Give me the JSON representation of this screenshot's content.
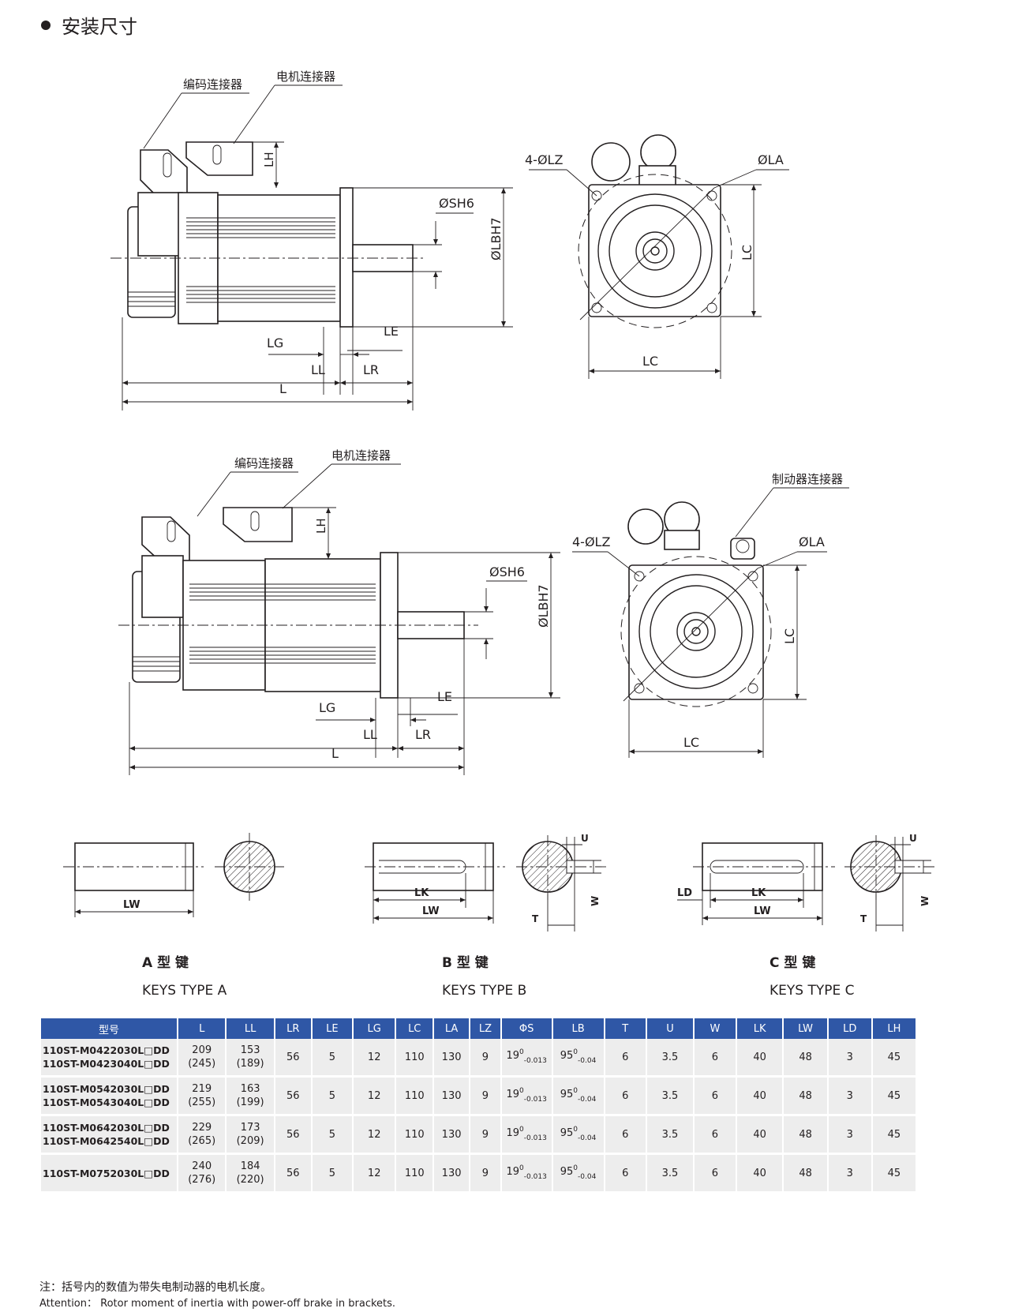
{
  "heading": "安装尺寸",
  "drawing1": {
    "encoder_connector": "编码连接器",
    "motor_connector": "电机连接器",
    "dims": {
      "lh": "LH",
      "sh6": "ØSH6",
      "lbh7": "ØLBH7",
      "lg": "LG",
      "le": "LE",
      "ll": "LL",
      "lr": "LR",
      "l": "L",
      "lz": "4-ØLZ",
      "la": "ØLA",
      "lc_v": "LC",
      "lc_h": "LC"
    }
  },
  "drawing2": {
    "encoder_connector": "编码连接器",
    "motor_connector": "电机连接器",
    "brake_connector": "制动器连接器",
    "dims": {
      "lh": "LH",
      "sh6": "ØSH6",
      "lbh7": "ØLBH7",
      "lg": "LG",
      "le": "LE",
      "ll": "LL",
      "lr": "LR",
      "l": "L",
      "lz": "4-ØLZ",
      "la": "ØLA",
      "lc_v": "LC",
      "lc_h": "LC"
    }
  },
  "keys": [
    {
      "type_cn": "A  型  键",
      "type_en": "KEYS TYPE A",
      "labels": {
        "lw": "LW"
      }
    },
    {
      "type_cn": "B  型  键",
      "type_en": "KEYS TYPE B",
      "labels": {
        "lk": "LK",
        "lw": "LW",
        "u": "U",
        "w": "W",
        "t": "T"
      }
    },
    {
      "type_cn": "C  型  键",
      "type_en": "KEYS TYPE C",
      "labels": {
        "ld": "LD",
        "lk": "LK",
        "lw": "LW",
        "u": "U",
        "w": "W",
        "t": "T"
      }
    }
  ],
  "table": {
    "headers": [
      "型号",
      "L",
      "LL",
      "LR",
      "LE",
      "LG",
      "LC",
      "LA",
      "LZ",
      "ΦS",
      "LB",
      "T",
      "U",
      "W",
      "LK",
      "LW",
      "LD",
      "LH"
    ],
    "rows": [
      {
        "model": "110ST-M0422030L□DD\n110ST-M0423040L□DD",
        "L": "209\n(245)",
        "LL": "153\n(189)",
        "LR": "56",
        "LE": "5",
        "LG": "12",
        "LC": "110",
        "LA": "130",
        "LZ": "9",
        "S": "19",
        "S_tol_upper": "0",
        "S_tol_lower": "-0.013",
        "LB": "95",
        "LB_tol_upper": "0",
        "LB_tol_lower": "-0.04",
        "T": "6",
        "U": "3.5",
        "W": "6",
        "LK": "40",
        "LW": "48",
        "LD": "3",
        "LH": "45"
      },
      {
        "model": "110ST-M0542030L□DD\n110ST-M0543040L□DD",
        "L": "219\n(255)",
        "LL": "163\n(199)",
        "LR": "56",
        "LE": "5",
        "LG": "12",
        "LC": "110",
        "LA": "130",
        "LZ": "9",
        "S": "19",
        "S_tol_upper": "0",
        "S_tol_lower": "-0.013",
        "LB": "95",
        "LB_tol_upper": "0",
        "LB_tol_lower": "-0.04",
        "T": "6",
        "U": "3.5",
        "W": "6",
        "LK": "40",
        "LW": "48",
        "LD": "3",
        "LH": "45"
      },
      {
        "model": "110ST-M0642030L□DD\n110ST-M0642540L□DD",
        "L": "229\n(265)",
        "LL": "173\n(209)",
        "LR": "56",
        "LE": "5",
        "LG": "12",
        "LC": "110",
        "LA": "130",
        "LZ": "9",
        "S": "19",
        "S_tol_upper": "0",
        "S_tol_lower": "-0.013",
        "LB": "95",
        "LB_tol_upper": "0",
        "LB_tol_lower": "-0.04",
        "T": "6",
        "U": "3.5",
        "W": "6",
        "LK": "40",
        "LW": "48",
        "LD": "3",
        "LH": "45"
      },
      {
        "model": "110ST-M0752030L□DD",
        "L": "240\n(276)",
        "LL": "184\n(220)",
        "LR": "56",
        "LE": "5",
        "LG": "12",
        "LC": "110",
        "LA": "130",
        "LZ": "9",
        "S": "19",
        "S_tol_upper": "0",
        "S_tol_lower": "-0.013",
        "LB": "95",
        "LB_tol_upper": "0",
        "LB_tol_lower": "-0.04",
        "T": "6",
        "U": "3.5",
        "W": "6",
        "LK": "40",
        "LW": "48",
        "LD": "3",
        "LH": "45"
      }
    ]
  },
  "notes": {
    "cn": "注：括号内的数值为带失电制动器的电机长度。",
    "en": "Attention：  Rotor moment of inertia with power-off brake in brackets."
  }
}
